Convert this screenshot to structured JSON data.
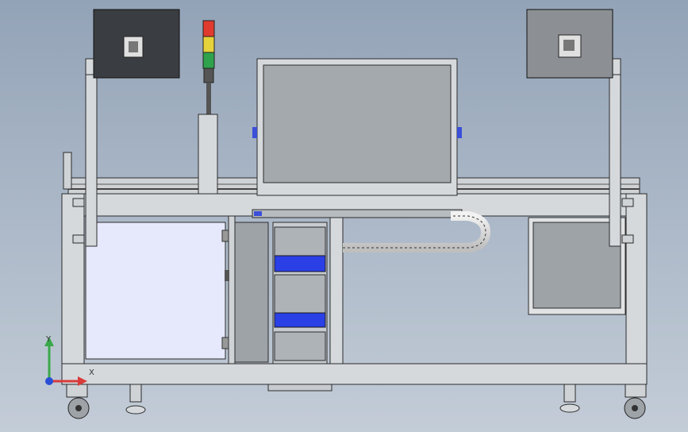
{
  "app": {
    "window_title": "",
    "view": "Front"
  },
  "viewport": {
    "background_top": "#93a3b7",
    "background_bottom": "#c3ccd7"
  },
  "triad": {
    "x_label": "X",
    "y_label": "Y",
    "x_color": "#d93a3a",
    "y_color": "#3aa84a",
    "origin_color": "#2a4fd6"
  },
  "colors": {
    "frame": "#d6d9dc",
    "frame_edge": "#2b2b2b",
    "panel_light": "#e6e8fb",
    "panel_grey": "#9ea3a8",
    "monitor": "#3a3d41",
    "blue_block": "#2a3fe6",
    "beacon_red": "#e03b2e",
    "beacon_yellow": "#e6d23a",
    "beacon_green": "#2fa24c"
  },
  "components": {
    "monitor_left": "monitor",
    "monitor_right": "monitor",
    "signal_tower": "signal-tower",
    "main_enclosure": "enclosure",
    "cable_chain": "cable-chain",
    "left_cabinet_door": "cabinet-door",
    "right_cabinet": "cabinet",
    "drawer_stack": "drawer-stack",
    "caster_left": "caster-wheel",
    "caster_right": "caster-wheel",
    "foot_left": "leveling-foot",
    "foot_right": "leveling-foot"
  }
}
